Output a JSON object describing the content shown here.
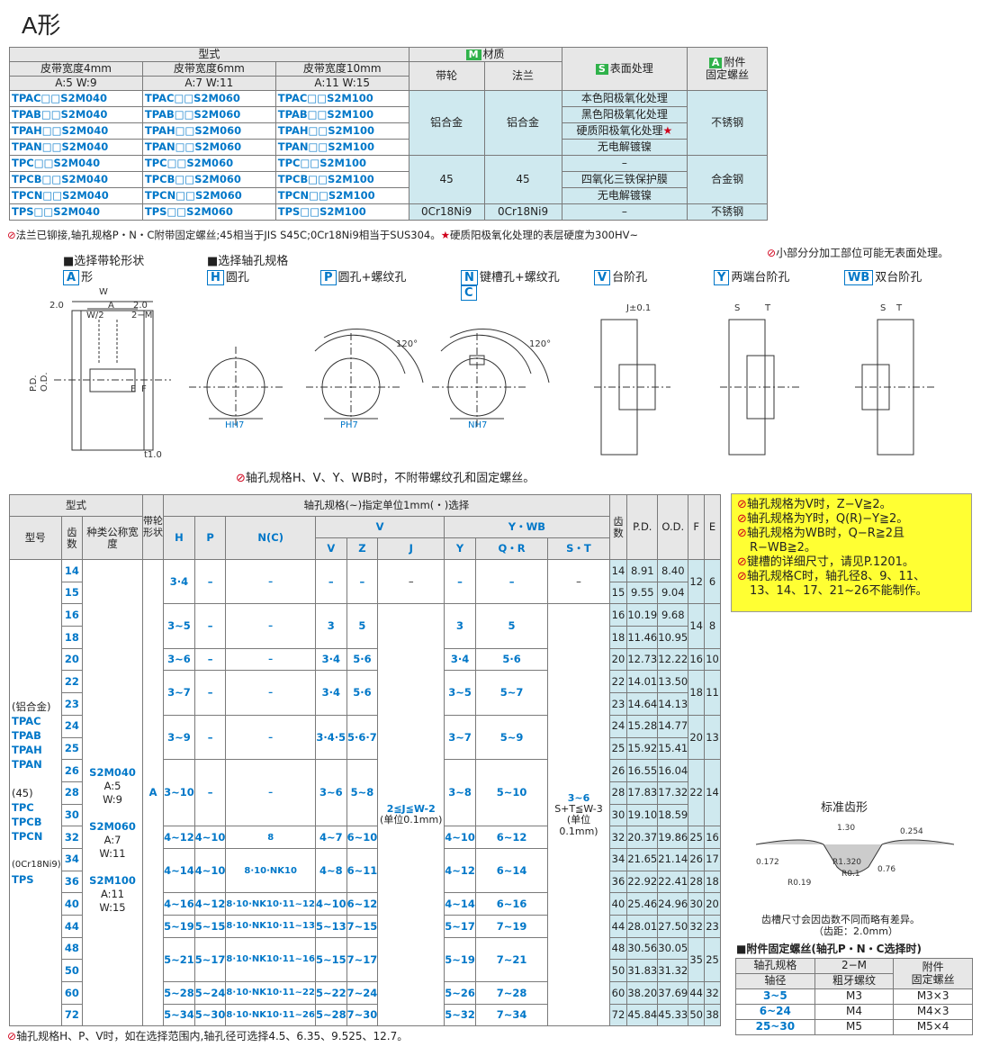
{
  "title": "A形",
  "spec": {
    "h_model": "型式",
    "h_w4": "皮带宽度4mm",
    "h_w6": "皮带宽度6mm",
    "h_w10": "皮带宽度10mm",
    "h_w4b": "A:5  W:9",
    "h_w6b": "A:7  W:11",
    "h_w10b": "A:11  W:15",
    "h_mat": "材质",
    "h_matc": "M",
    "h_pulley": "带轮",
    "h_flange": "法兰",
    "h_surf": "表面处理",
    "h_surfc": "S",
    "h_acc": "附件",
    "h_accc": "A",
    "h_screw": "固定螺丝",
    "rows": [
      [
        "TPAC□□S2M040",
        "TPAC□□S2M060",
        "TPAC□□S2M100"
      ],
      [
        "TPAB□□S2M040",
        "TPAB□□S2M060",
        "TPAB□□S2M100"
      ],
      [
        "TPAH□□S2M040",
        "TPAH□□S2M060",
        "TPAH□□S2M100"
      ],
      [
        "TPAN□□S2M040",
        "TPAN□□S2M060",
        "TPAN□□S2M100"
      ],
      [
        "TPC□□S2M040",
        "TPC□□S2M060",
        "TPC□□S2M100"
      ],
      [
        "TPCB□□S2M040",
        "TPCB□□S2M060",
        "TPCB□□S2M100"
      ],
      [
        "TPCN□□S2M040",
        "TPCN□□S2M060",
        "TPCN□□S2M100"
      ],
      [
        "TPS□□S2M040",
        "TPS□□S2M060",
        "TPS□□S2M100"
      ]
    ],
    "mat_al": "铝合金",
    "mat_45": "45",
    "mat_ss": "0Cr18Ni9",
    "surf": [
      "本色阳极氧化处理",
      "黑色阳极氧化处理",
      "硬质阳极氧化处理",
      "无电解镀镍",
      "–",
      "四氧化三铁保护膜",
      "无电解镀镍",
      "–"
    ],
    "scr_ss": "不锈钢",
    "scr_alloy": "合金钢"
  },
  "note1": "法兰已铆接,轴孔规格P・N・C附带固定螺丝;45相当于JIS S45C;0Cr18Ni9相当于SUS304。",
  "note1b": "硬质阳极氧化处理的表层硬度为300HV~",
  "note2": "小部分分加工部位可能无表面处理。",
  "sel": {
    "shape": "选择带轮形状",
    "shape_a": "A",
    "shape_a_l": "形",
    "bore": "选择轴孔规格",
    "h": "H",
    "h_l": "圆孔",
    "p": "P",
    "p_l": "圆孔+螺纹孔",
    "n": "N",
    "c": "C",
    "n_l": "键槽孔+螺纹孔",
    "v": "V",
    "v_l": "台阶孔",
    "y": "Y",
    "y_l": "两端台阶孔",
    "wb": "WB",
    "wb_l": "双台阶孔"
  },
  "drawnote": "轴孔规格H、V、Y、WB时，不附带螺纹孔和固定螺丝。",
  "main": {
    "h_model": "型式",
    "h_type": "型号",
    "h_teeth": "齿数",
    "h_kind": "种类公称宽度",
    "h_shape": "带轮形状",
    "h_bore": "轴孔规格(~)指定单位1mm(・)选择",
    "h_H": "H",
    "h_P": "P",
    "h_N": "N(C)",
    "h_V": "V",
    "h_Vv": "V",
    "h_Z": "Z",
    "h_J": "J",
    "h_YWB": "Y・WB",
    "h_Y": "Y",
    "h_QR": "Q・R",
    "h_ST": "S・T",
    "h_teeth2": "齿数",
    "h_PD": "P.D.",
    "h_OD": "O.D.",
    "h_F": "F",
    "h_E": "E",
    "types": [
      "(铝合金)",
      "TPAC",
      "TPAB",
      "TPAH",
      "TPAN",
      "(45)",
      "TPC",
      "TPCB",
      "TPCN",
      "(0Cr18Ni9)",
      "TPS"
    ],
    "kinds": [
      [
        "S2M040",
        "A:5",
        "W:9"
      ],
      [
        "S2M060",
        "A:7",
        "W:11"
      ],
      [
        "S2M100",
        "A:11",
        "W:15"
      ]
    ],
    "shape": "A",
    "J": "2≦J≦W-2",
    "J2": "(单位0.1mm)",
    "ST": "3~6",
    "ST2": "S+T≦W-3",
    "ST3": "(单位0.1mm)",
    "teeth": [
      "14",
      "15",
      "16",
      "18",
      "20",
      "22",
      "23",
      "24",
      "25",
      "26",
      "28",
      "30",
      "32",
      "34",
      "36",
      "40",
      "44",
      "48",
      "50",
      "60",
      "72"
    ],
    "pd": [
      "8.91",
      "9.55",
      "10.19",
      "11.46",
      "12.73",
      "14.01",
      "14.64",
      "15.28",
      "15.92",
      "16.55",
      "17.83",
      "19.10",
      "20.37",
      "21.65",
      "22.92",
      "25.46",
      "28.01",
      "30.56",
      "31.83",
      "38.20",
      "45.84"
    ],
    "od": [
      "8.40",
      "9.04",
      "9.68",
      "10.95",
      "12.22",
      "13.50",
      "14.13",
      "14.77",
      "15.41",
      "16.04",
      "17.32",
      "18.59",
      "19.86",
      "21.14",
      "22.41",
      "24.96",
      "27.50",
      "30.05",
      "31.32",
      "37.69",
      "45.33"
    ],
    "f": [
      "12",
      "14",
      "16",
      "18",
      "20",
      "22",
      "25",
      "26",
      "28",
      "30",
      "32",
      "35",
      "44",
      "50"
    ],
    "e": [
      "6",
      "8",
      "10",
      "11",
      "13",
      "14",
      "16",
      "17",
      "18",
      "20",
      "23",
      "25",
      "32",
      "38"
    ]
  },
  "yellow": [
    "轴孔规格为V时，Z−V≧2。",
    "轴孔规格为Y时，Q(R)−Y≧2。",
    "轴孔规格为WB时，Q−R≧2且",
    "R−WB≧2。",
    "键槽的详细尺寸，请见P.1201。",
    "轴孔规格C时，轴孔径8、9、11、",
    "13、14、17、21~26不能制作。"
  ],
  "tooth": {
    "title": "标准齿形",
    "d1": "1.30",
    "d2": "0.254",
    "d3": "0.172",
    "d4": "R0.19",
    "d5": "R1.320",
    "d6": "R0.1",
    "d7": "0.76",
    "n1": "齿槽尺寸会因齿数不同而略有差异。",
    "n2": "（齿距：2.0mm）"
  },
  "screw": {
    "title": "附件固定螺丝(轴孔P・N・C选择时)",
    "h1": "轴孔规格",
    "h1b": "轴径",
    "h2": "2−M",
    "h2b": "粗牙螺纹",
    "h3": "附件",
    "h3b": "固定螺丝",
    "rows": [
      [
        "3~5",
        "M3",
        "M3×3"
      ],
      [
        "6~24",
        "M4",
        "M4×3"
      ],
      [
        "25~30",
        "M5",
        "M5×4"
      ]
    ]
  },
  "foot": "轴孔规格H、P、V时，如在选择范围内,轴孔径可选择4.5、6.35、9.525、12.7。",
  "colors": {
    "blue": "#0077c8",
    "cyan": "#cfe9ef",
    "yellow": "#ffff33",
    "green": "#2fb24a",
    "red": "#d0021b"
  }
}
